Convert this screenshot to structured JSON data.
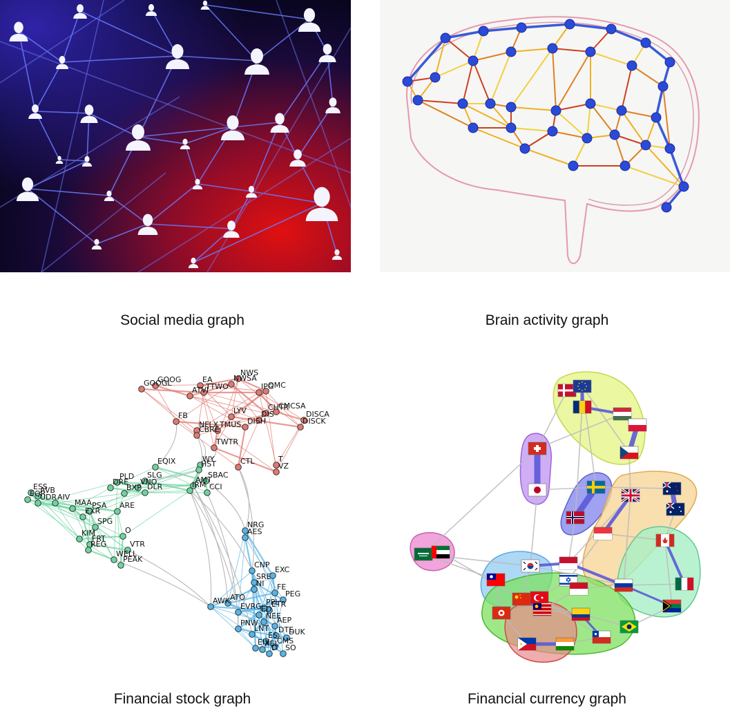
{
  "panels": [
    {
      "caption": "Social media graph"
    },
    {
      "caption": "Brain activity graph"
    },
    {
      "caption": "Financial stock graph"
    },
    {
      "caption": "Financial currency graph"
    }
  ],
  "stock_graph": {
    "clusters": [
      {
        "color": "#e07a72",
        "labels": [
          "GOOG",
          "GOOGL",
          "EA",
          "ATVI",
          "TTWO",
          "NWS",
          "NWSA",
          "IPG",
          "OMC",
          "CHTR",
          "CMCSA",
          "LYV",
          "DIS",
          "DISCA",
          "DISCK",
          "FB",
          "NFLX",
          "TMUS",
          "DISH",
          "CBRE",
          "TWTR",
          "CTL",
          "T",
          "VZ"
        ]
      },
      {
        "color": "#6fd3a0",
        "labels": [
          "EQIX",
          "WY",
          "HST",
          "SBAC",
          "AMT",
          "IRM",
          "CCI",
          "PLD",
          "SLG",
          "DRE",
          "VNO",
          "BXP",
          "DLR",
          "ESS",
          "AVB",
          "EQR",
          "UDR",
          "AIV",
          "MAA",
          "PSA",
          "ARE",
          "EXR",
          "SPG",
          "KIM",
          "FRT",
          "REG",
          "O",
          "VTR",
          "WELL",
          "PEAK"
        ]
      },
      {
        "color": "#5ab4e5",
        "labels": [
          "NRG",
          "AES",
          "CNP",
          "EXC",
          "SRE",
          "NI",
          "FE",
          "PEG",
          "AWK",
          "ATO",
          "EVRG",
          "ETR",
          "ED",
          "PPL",
          "NEE",
          "AEP",
          "PNW",
          "LNT",
          "DTE",
          "DUK",
          "ES",
          "XEL",
          "CMS",
          "SO",
          "D",
          "EIX"
        ]
      }
    ]
  }
}
